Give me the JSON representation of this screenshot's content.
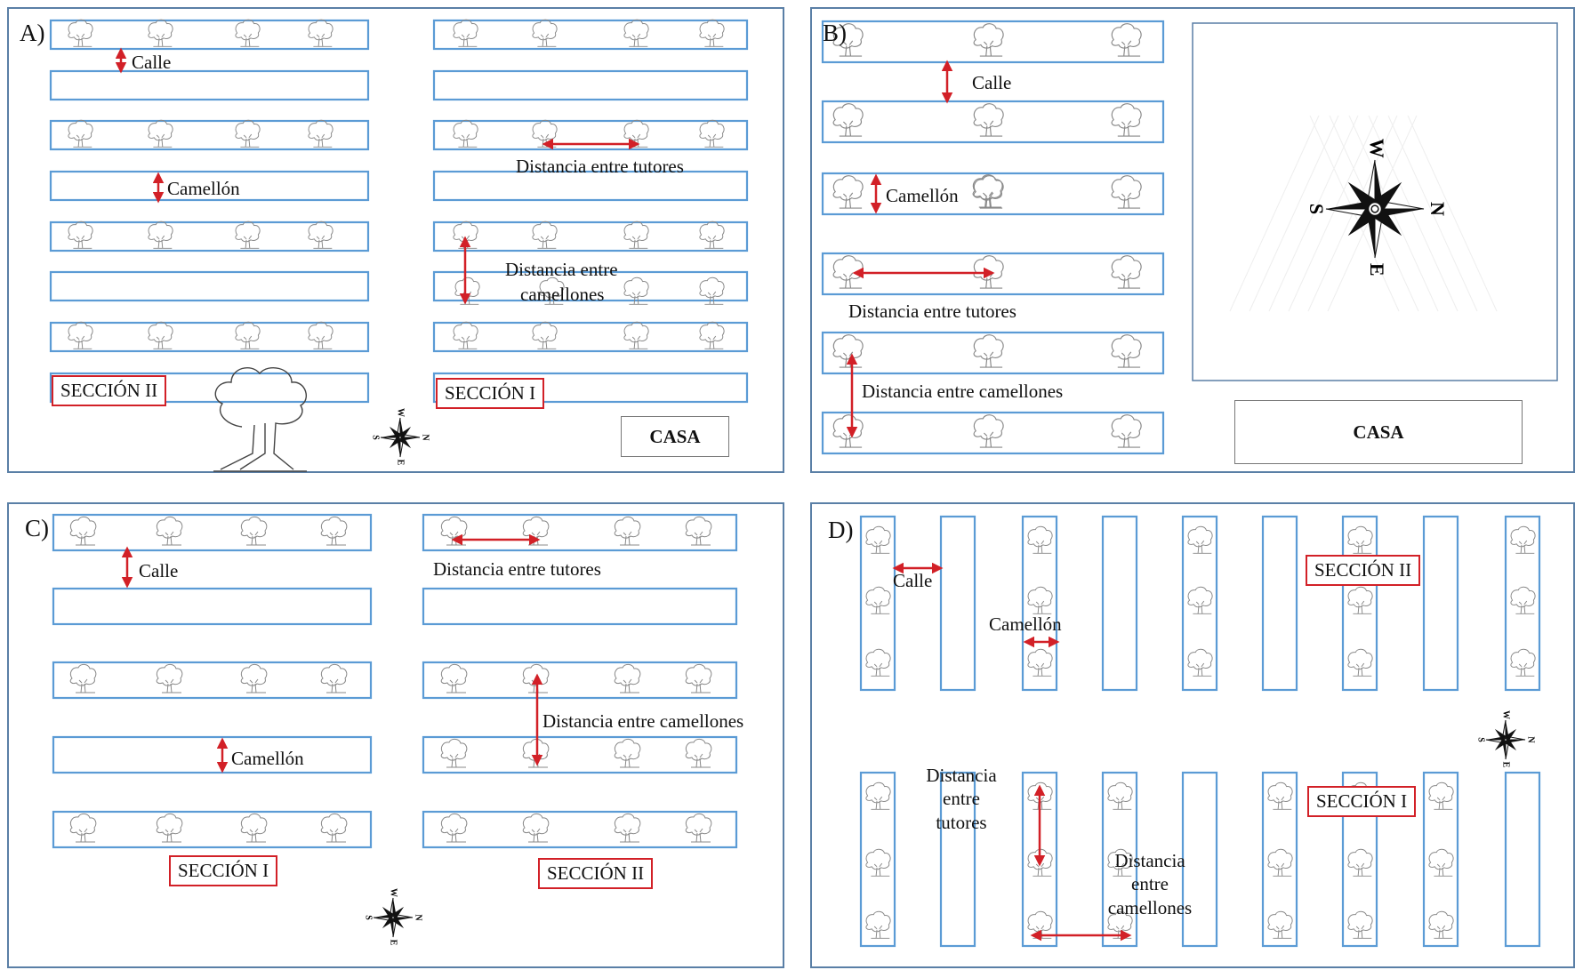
{
  "labels": {
    "calle": "Calle",
    "camellon": "Camellón",
    "dist_tutores": "Distancia entre tutores",
    "dist_camellones": "Distancia entre camellones",
    "dist_entre": "Distancia entre",
    "camellones": "camellones",
    "distancia": "Distancia",
    "entre": "entre",
    "tutores": "tutores",
    "seccion_1": "SECCIÓN I",
    "seccion_2": "SECCIÓN II",
    "casa": "CASA"
  },
  "panels": {
    "a": {
      "label": "A)"
    },
    "b": {
      "label": "B)"
    },
    "c": {
      "label": "C)"
    },
    "d": {
      "label": "D)"
    }
  },
  "compass": {
    "north": "N",
    "south": "S",
    "east": "E",
    "west": "W"
  },
  "colors": {
    "bed_border": "#5b9bd5",
    "arrow": "#d22027",
    "section_border": "#d22027",
    "panel_border": "#5a7fa6"
  }
}
